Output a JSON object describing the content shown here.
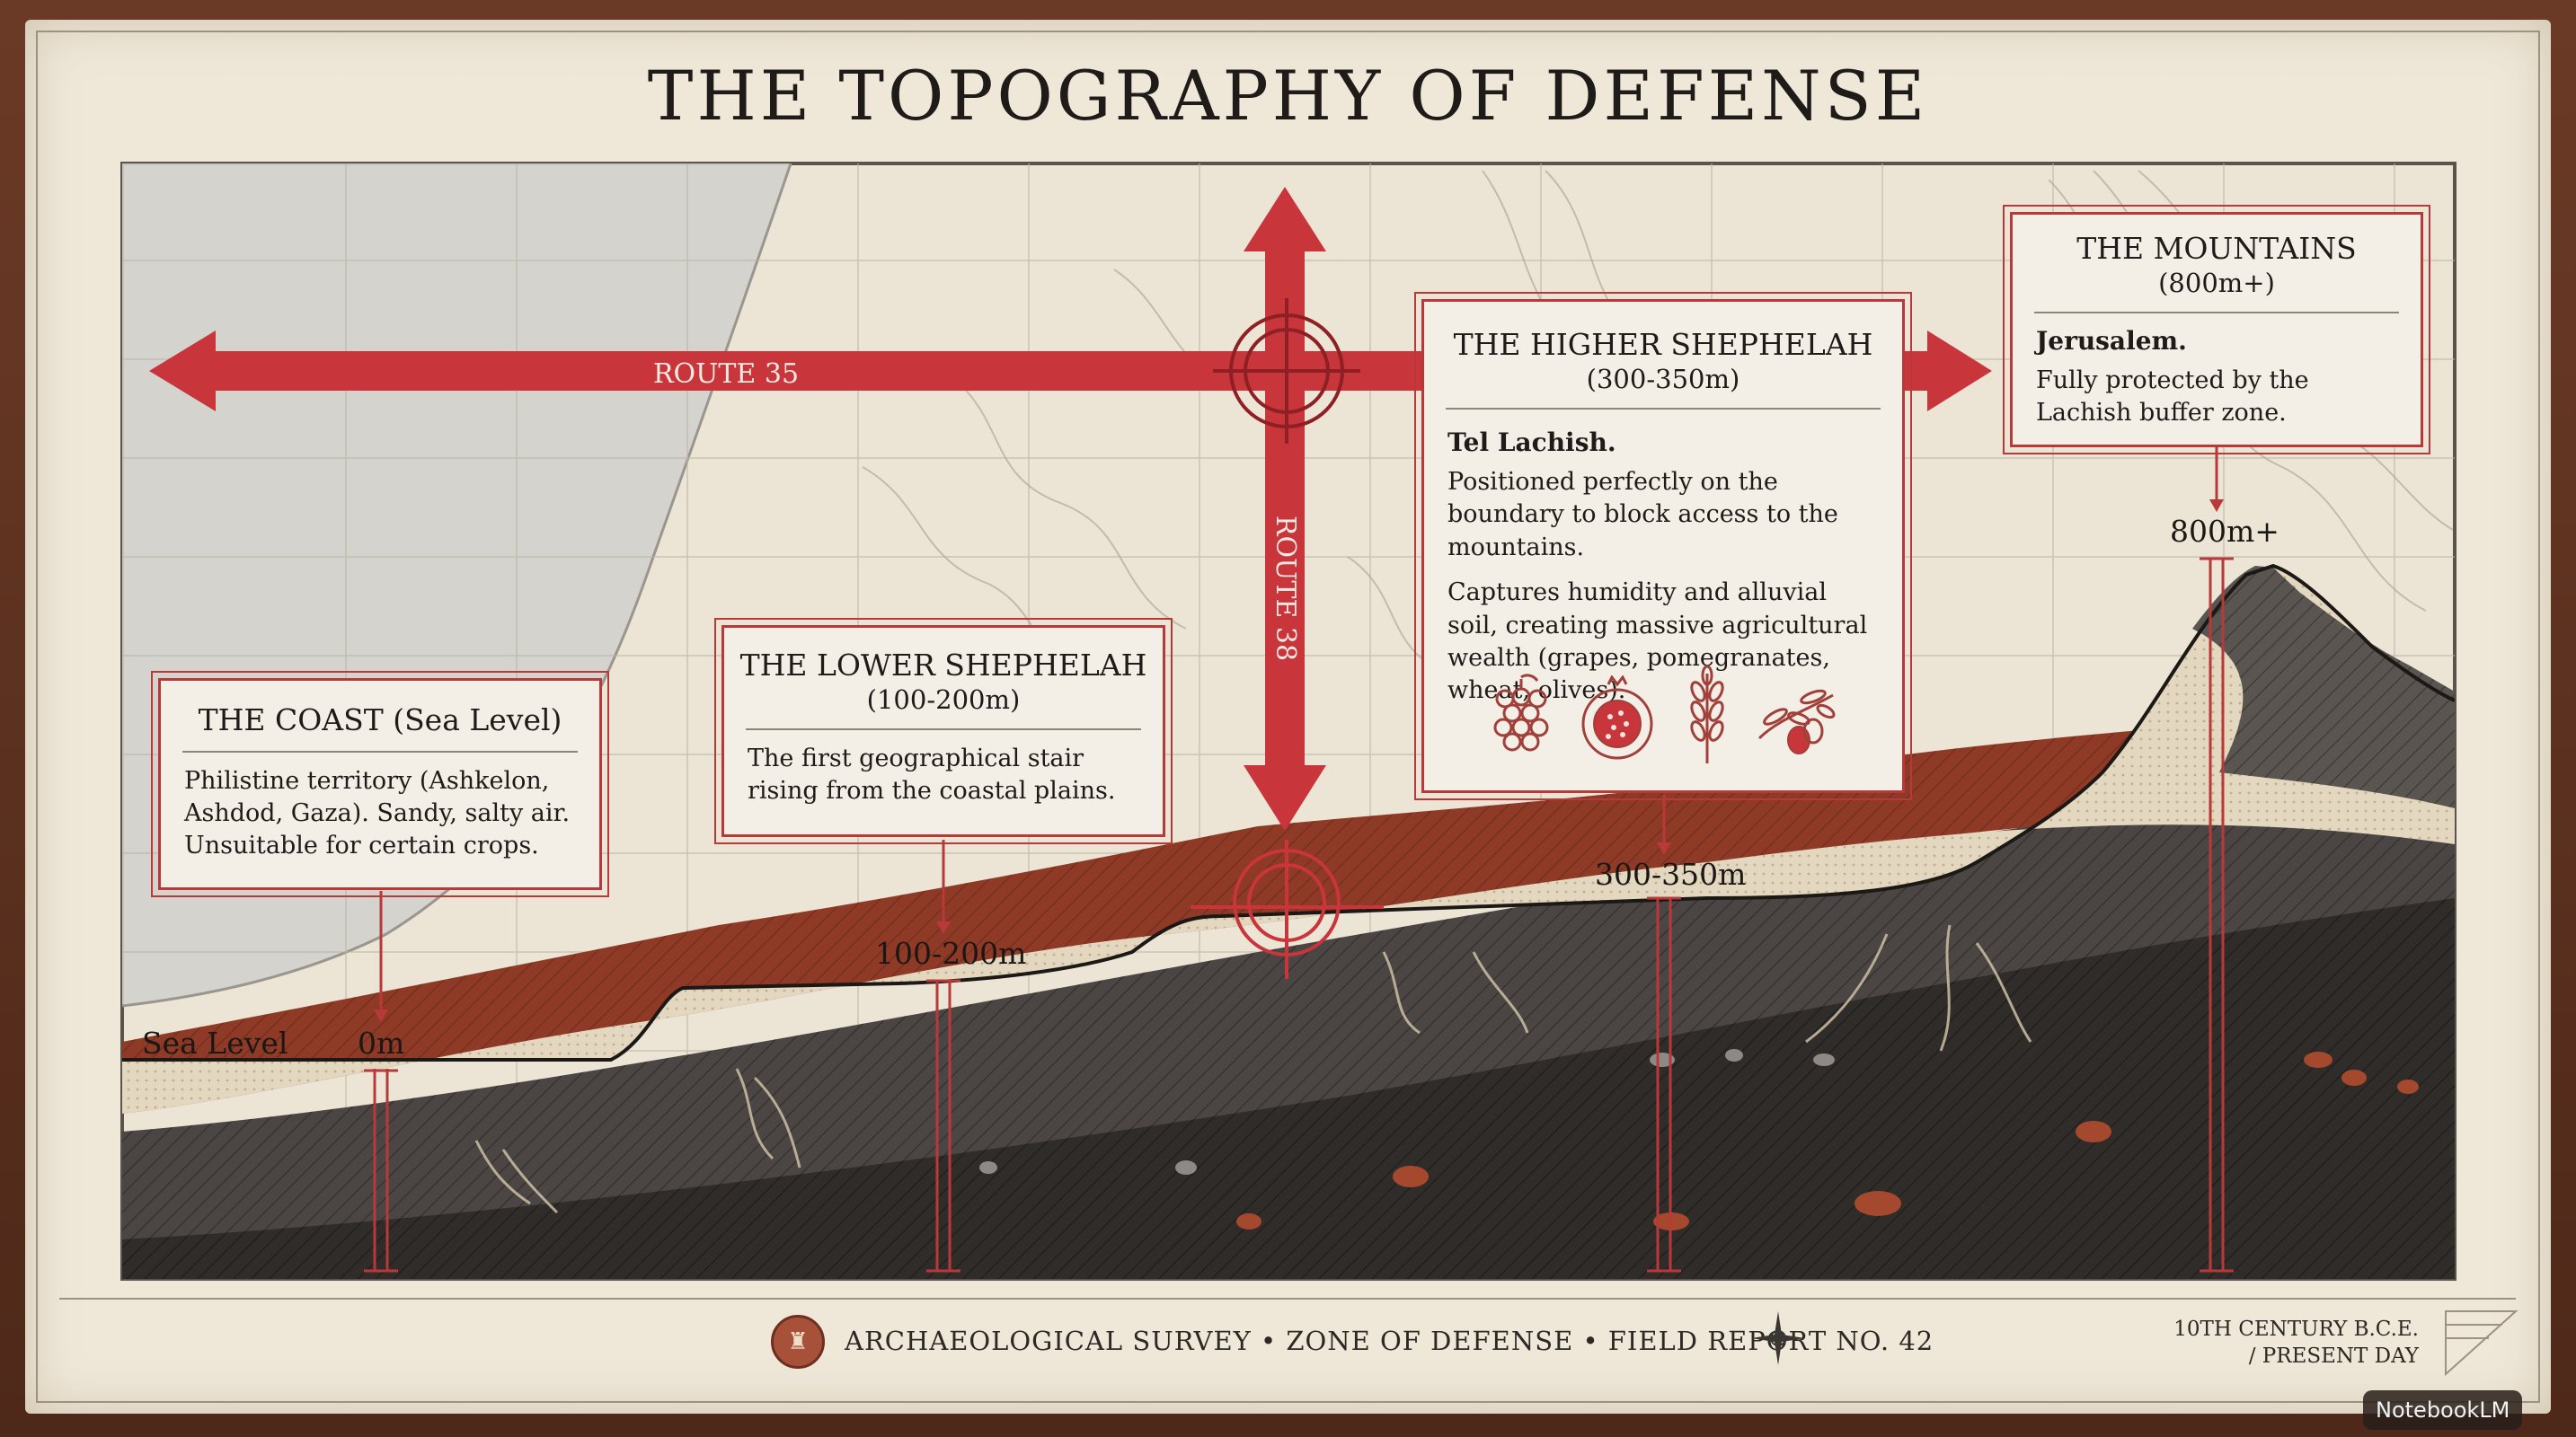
{
  "title": "THE TOPOGRAPHY OF DEFENSE",
  "routes": {
    "route35": "ROUTE 35",
    "route38": "ROUTE 38"
  },
  "zones": {
    "coast": {
      "heading": "THE COAST (Sea Level)",
      "text": "Philistine territory (Ashkelon, Ashdod, Gaza). Sandy, salty air. Unsuitable for certain crops.",
      "elevation": "0m"
    },
    "lower": {
      "heading": "THE LOWER SHEPHELAH",
      "range": "(100-200m)",
      "text": "The first geographical stair rising from the coastal plains.",
      "elevation": "100-200m"
    },
    "higher": {
      "heading": "THE HIGHER SHEPHELAH",
      "range": "(300-350m)",
      "site": "Tel Lachish.",
      "text1": "Positioned perfectly on the boundary to block access to the mountains.",
      "text2": "Captures humidity and alluvial soil, creating massive agricultural wealth (grapes, pomegranates, wheat, olives).",
      "elevation": "300-350m",
      "icons": [
        "grapes-icon",
        "pomegranate-icon",
        "wheat-icon",
        "olive-branch-icon"
      ]
    },
    "mountains": {
      "heading": "THE MOUNTAINS",
      "range": "(800m+)",
      "site": "Jerusalem.",
      "text": "Fully protected by the Lachish buffer zone.",
      "elevation": "800m+"
    }
  },
  "sea_level_label": "Sea Level",
  "footer": {
    "seal_glyph": "♜",
    "text": "ARCHAEOLOGICAL SURVEY • ZONE OF DEFENSE • FIELD REPORT NO. 42",
    "date_line1": "10TH CENTURY B.C.E.",
    "date_line2": "/ PRESENT DAY"
  },
  "watermark": "NotebookLM",
  "colors": {
    "accent_red": "#c8353a",
    "parchment": "#efe8d9",
    "soil_red": "#8e3a26",
    "rock_dark": "#3a3633",
    "sand": "#e6dcc6"
  }
}
